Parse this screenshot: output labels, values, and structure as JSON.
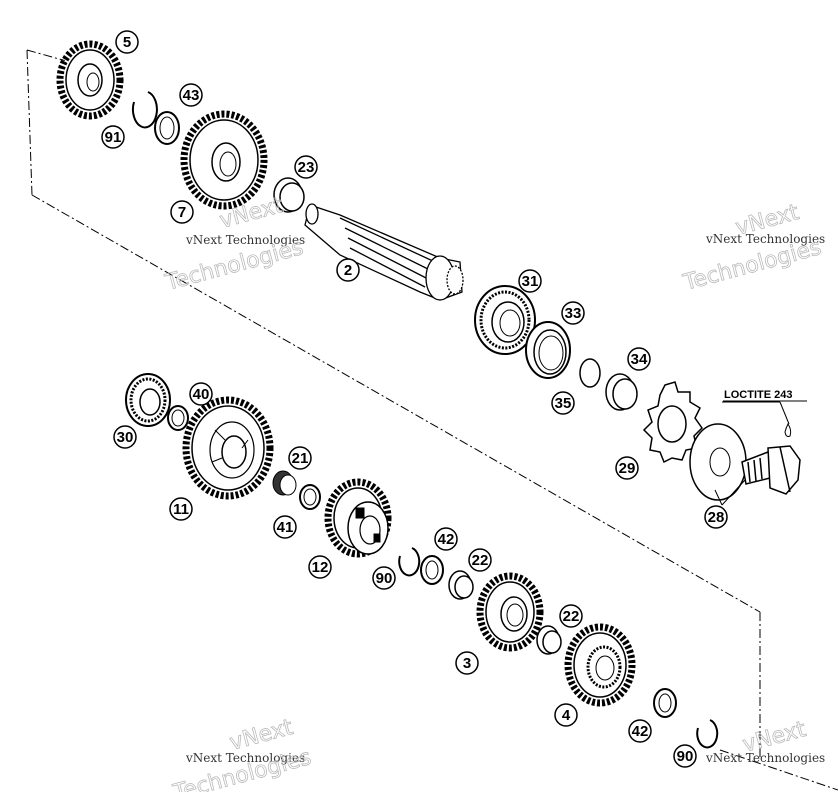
{
  "callouts": {
    "c5": "5",
    "c43": "43",
    "c91": "91",
    "c7": "7",
    "c23": "23",
    "c2": "2",
    "c31": "31",
    "c33": "33",
    "c34": "34",
    "c35": "35",
    "c29": "29",
    "c28": "28",
    "c30": "30",
    "c40": "40",
    "c11": "11",
    "c21": "21",
    "c41": "41",
    "c12": "12",
    "c90a": "90",
    "c42a": "42",
    "c22a": "22",
    "c3": "3",
    "c22b": "22",
    "c4": "4",
    "c42b": "42",
    "c90b": "90"
  },
  "note": {
    "loctite": "LOCTITE 243"
  },
  "watermark": {
    "small": "vNext Technologies",
    "big_a": "vNext",
    "big_b": "Technologies"
  }
}
